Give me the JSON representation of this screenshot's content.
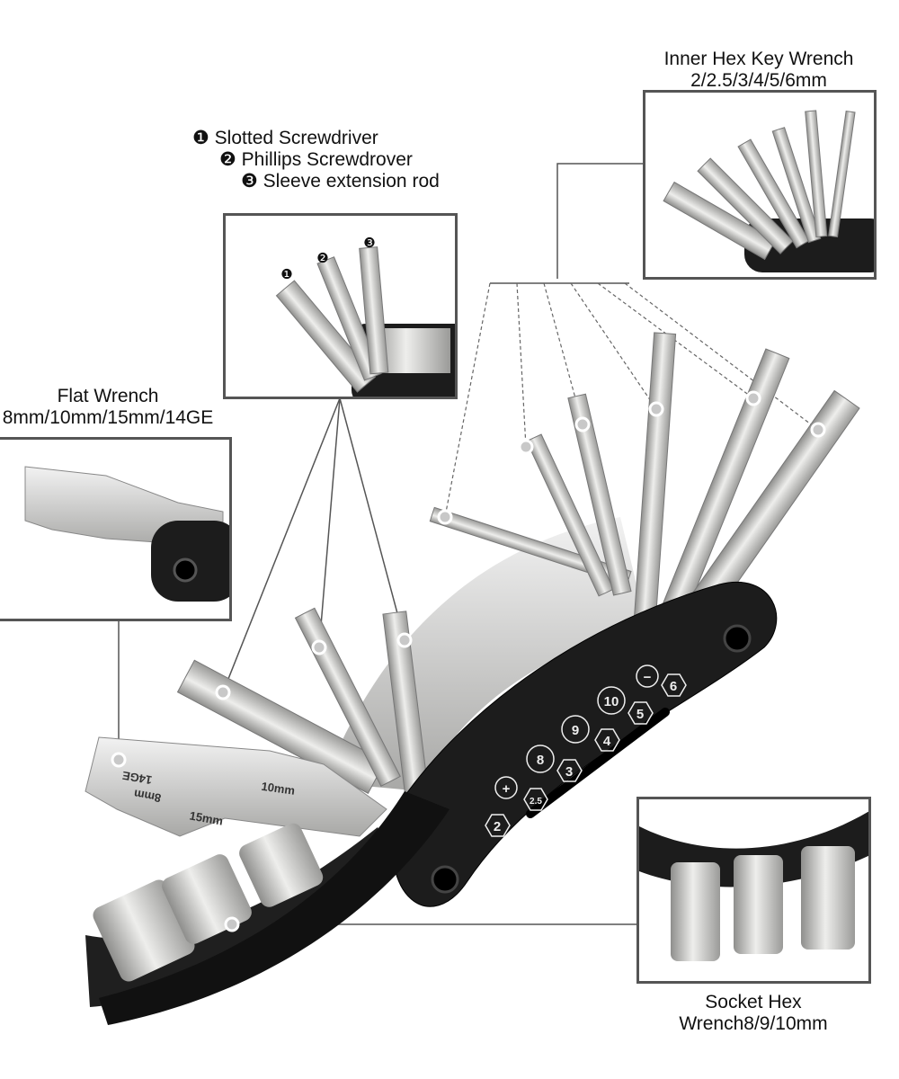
{
  "labels": {
    "hex_key_title": "Inner Hex Key Wrench",
    "hex_key_sizes": "2/2.5/3/4/5/6mm",
    "screwdriver_items": [
      {
        "marker": "❶",
        "text": "Slotted Screwdriver"
      },
      {
        "marker": "❷",
        "text": "Phillips  Screwdrover"
      },
      {
        "marker": "❸",
        "text": "Sleeve  extension rod"
      }
    ],
    "flat_wrench_title": "Flat Wrench",
    "flat_wrench_sizes": "8mm/10mm/15mm/14GE",
    "socket_title": "Socket Hex",
    "socket_sizes": "Wrench8/9/10mm"
  },
  "inset_markers": [
    "❶",
    "❷",
    "❸"
  ],
  "handle_markings": {
    "round": [
      "+",
      "8",
      "9",
      "10",
      "−"
    ],
    "hex": [
      "2",
      "2.5",
      "3",
      "4",
      "5",
      "6"
    ]
  },
  "wrench_engravings": [
    "14GE",
    "8mm",
    "10mm",
    "15mm"
  ],
  "colors": {
    "handle": "#1c1c1c",
    "steel": "#c9c9c7",
    "frame": "#555555"
  }
}
